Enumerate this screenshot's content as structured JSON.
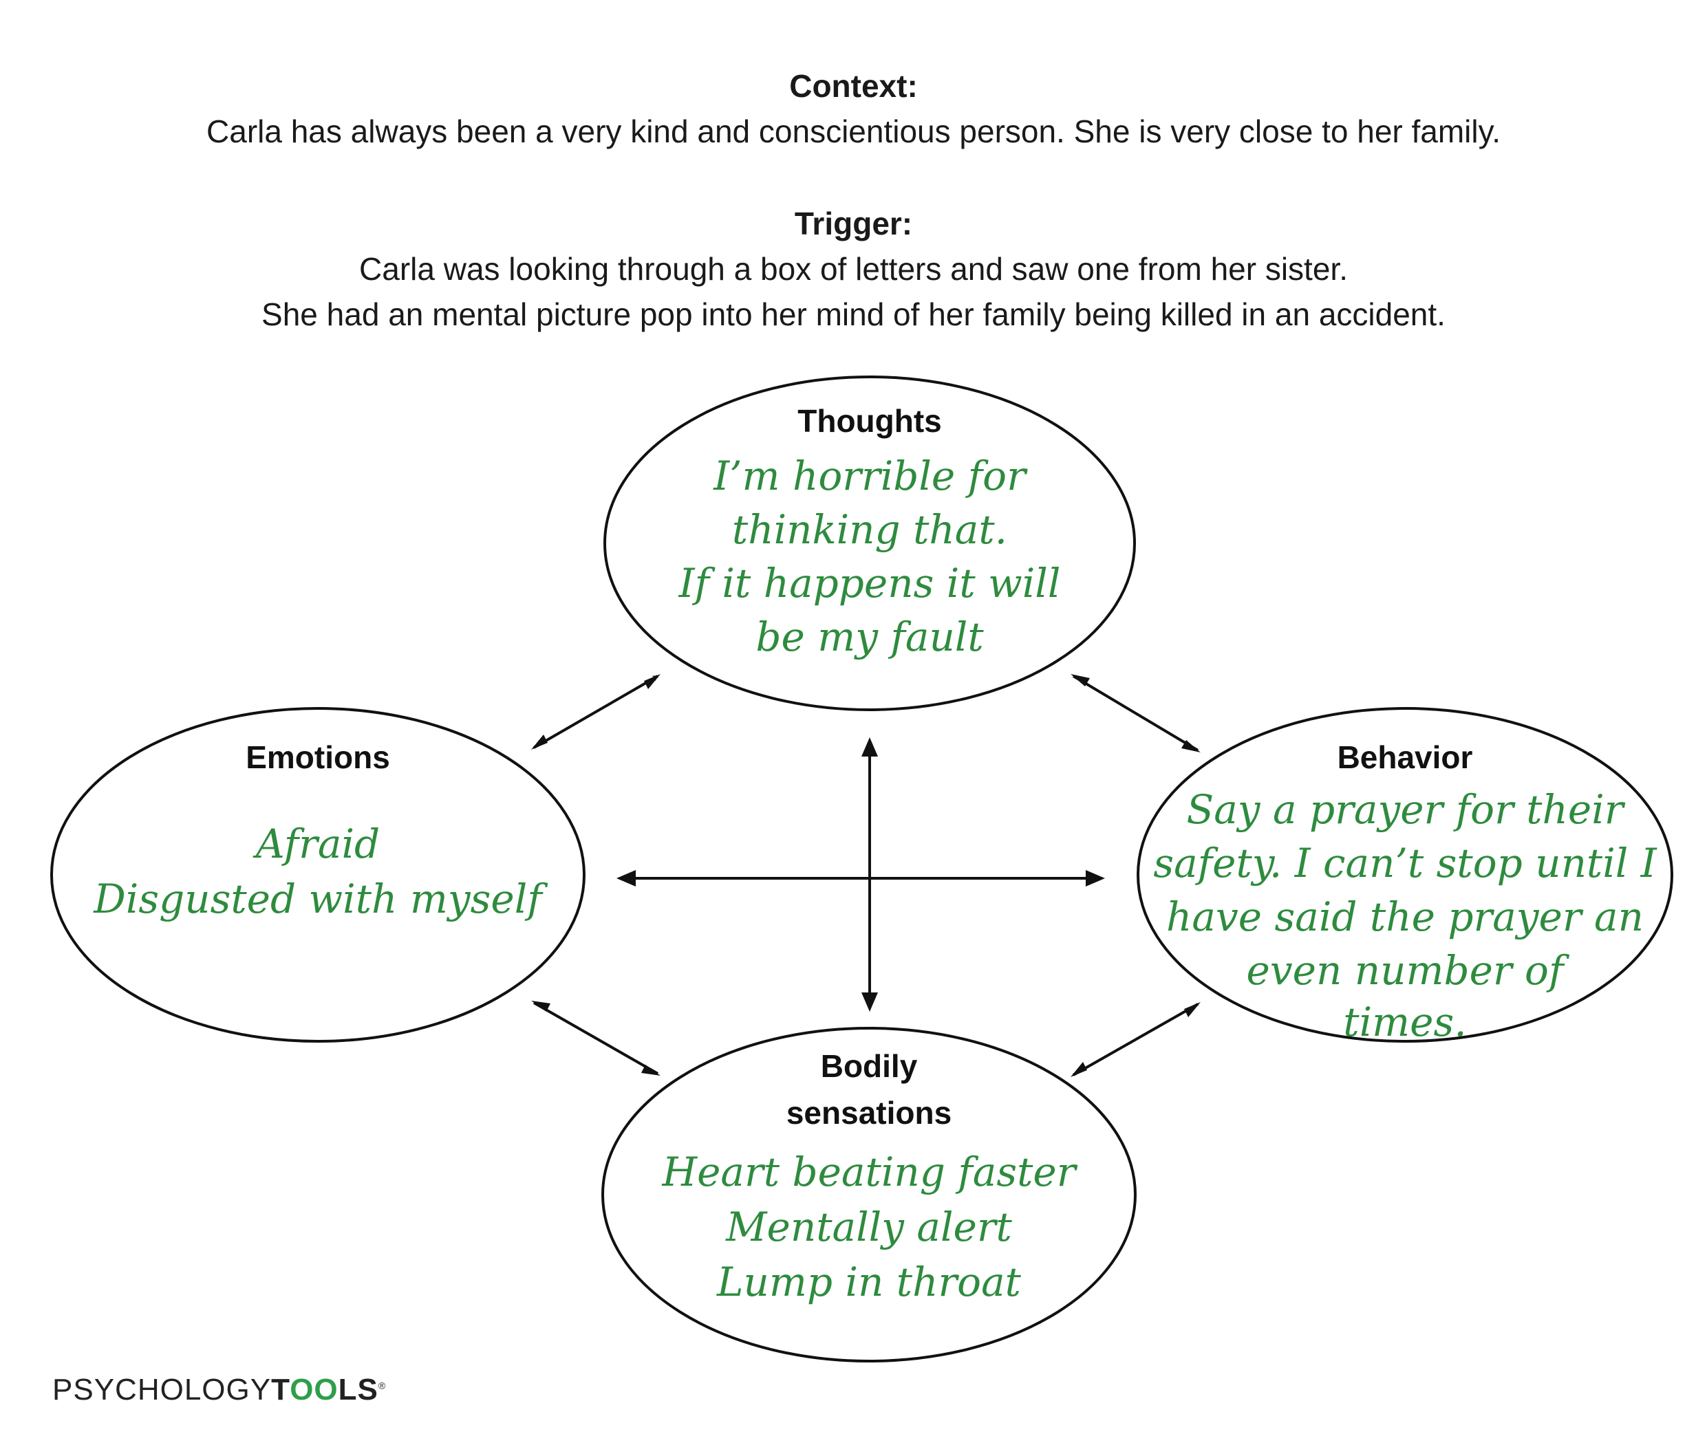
{
  "context": {
    "heading": "Context:",
    "text": "Carla has always been a very kind and conscientious person. She is very close to her family."
  },
  "trigger": {
    "heading": "Trigger:",
    "line1": "Carla was looking through a box of letters and saw one from her sister.",
    "line2": "She had an mental picture pop into her mind of her family being killed in an accident."
  },
  "nodes": {
    "thoughts": {
      "title": "Thoughts",
      "lines": [
        "I’m horrible for",
        "thinking that.",
        "If it happens it will",
        "be my fault"
      ]
    },
    "emotions": {
      "title": "Emotions",
      "lines": [
        "Afraid",
        "Disgusted with myself"
      ]
    },
    "behavior": {
      "title": "Behavior",
      "lines": [
        "Say a prayer for their",
        "safety. I can’t stop until I",
        "have said the prayer an",
        "even number of",
        "times."
      ]
    },
    "bodily": {
      "title_line1": "Bodily",
      "title_line2": "sensations",
      "lines": [
        "Heart beating faster",
        "Mentally alert",
        "Lump in throat"
      ]
    }
  },
  "logo": {
    "part1": "PSYCHOLOGY",
    "part2a": "T",
    "part2b": "OO",
    "part2c": "LS",
    "registered": "®"
  },
  "colors": {
    "handwriting": "#2e8b3e",
    "outline": "#111111",
    "logo_accent": "#2e9e4a"
  }
}
